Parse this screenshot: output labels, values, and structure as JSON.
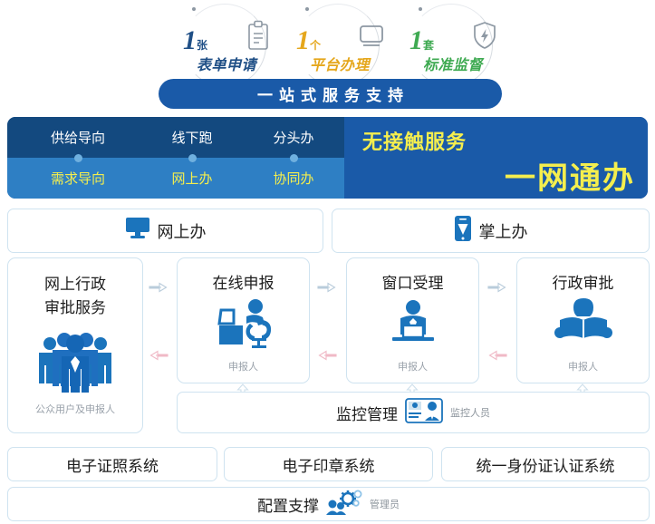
{
  "pillars": [
    {
      "num": "1",
      "unit": "张",
      "caption": "表单申请",
      "icon": "clipboard-icon",
      "color": "#1f4f86"
    },
    {
      "num": "1",
      "unit": "个",
      "caption": "平台办理",
      "icon": "monitor-icon",
      "color": "#e5a71c"
    },
    {
      "num": "1",
      "unit": "套",
      "caption": "标准监督",
      "icon": "shield-bolt-icon",
      "color": "#3faa52"
    }
  ],
  "onestop": {
    "label": "一站式服务支持"
  },
  "banner": {
    "top_row": [
      "供给导向",
      "线下跑",
      "分头办"
    ],
    "bottom_row": [
      "需求导向",
      "网上办",
      "协同办"
    ],
    "headline_1": "无接触服务",
    "headline_2": "一网通办",
    "colors": {
      "top_band": "#13497f",
      "bottom_band": "#2e7fc4",
      "right_panel": "#1a5aa8",
      "accent_text": "#f4ee4e"
    }
  },
  "channels": [
    {
      "label": "网上办",
      "icon": "desktop-monitor-icon"
    },
    {
      "label": "掌上办",
      "icon": "mobile-check-icon"
    }
  ],
  "flow": [
    {
      "title": "网上行政\n审批服务",
      "title_line1": "网上行政",
      "title_line2": "审批服务",
      "role": "公众用户及申报人",
      "icon": "people-group-icon"
    },
    {
      "title": "在线申报",
      "role": "申报人",
      "icon": "person-at-laptop-icon"
    },
    {
      "title": "窗口受理",
      "role": "申报人",
      "icon": "clerk-at-desk-icon"
    },
    {
      "title": "行政审批",
      "role": "申报人",
      "icon": "person-reading-icon"
    }
  ],
  "monitor": {
    "label": "监控管理",
    "role": "监控人员",
    "icon": "id-card-person-icon"
  },
  "systems": [
    "电子证照系统",
    "电子印章系统",
    "统一身份证认证系统"
  ],
  "config": {
    "label": "配置支撑",
    "role": "管理员",
    "icon": "gears-people-icon"
  },
  "theme": {
    "primary_blue": "#1a5aa8",
    "icon_blue": "#1b74bc",
    "border_blue": "#cfe3f0",
    "yellow": "#f4ee4e",
    "muted_text": "#9aa2ab"
  }
}
